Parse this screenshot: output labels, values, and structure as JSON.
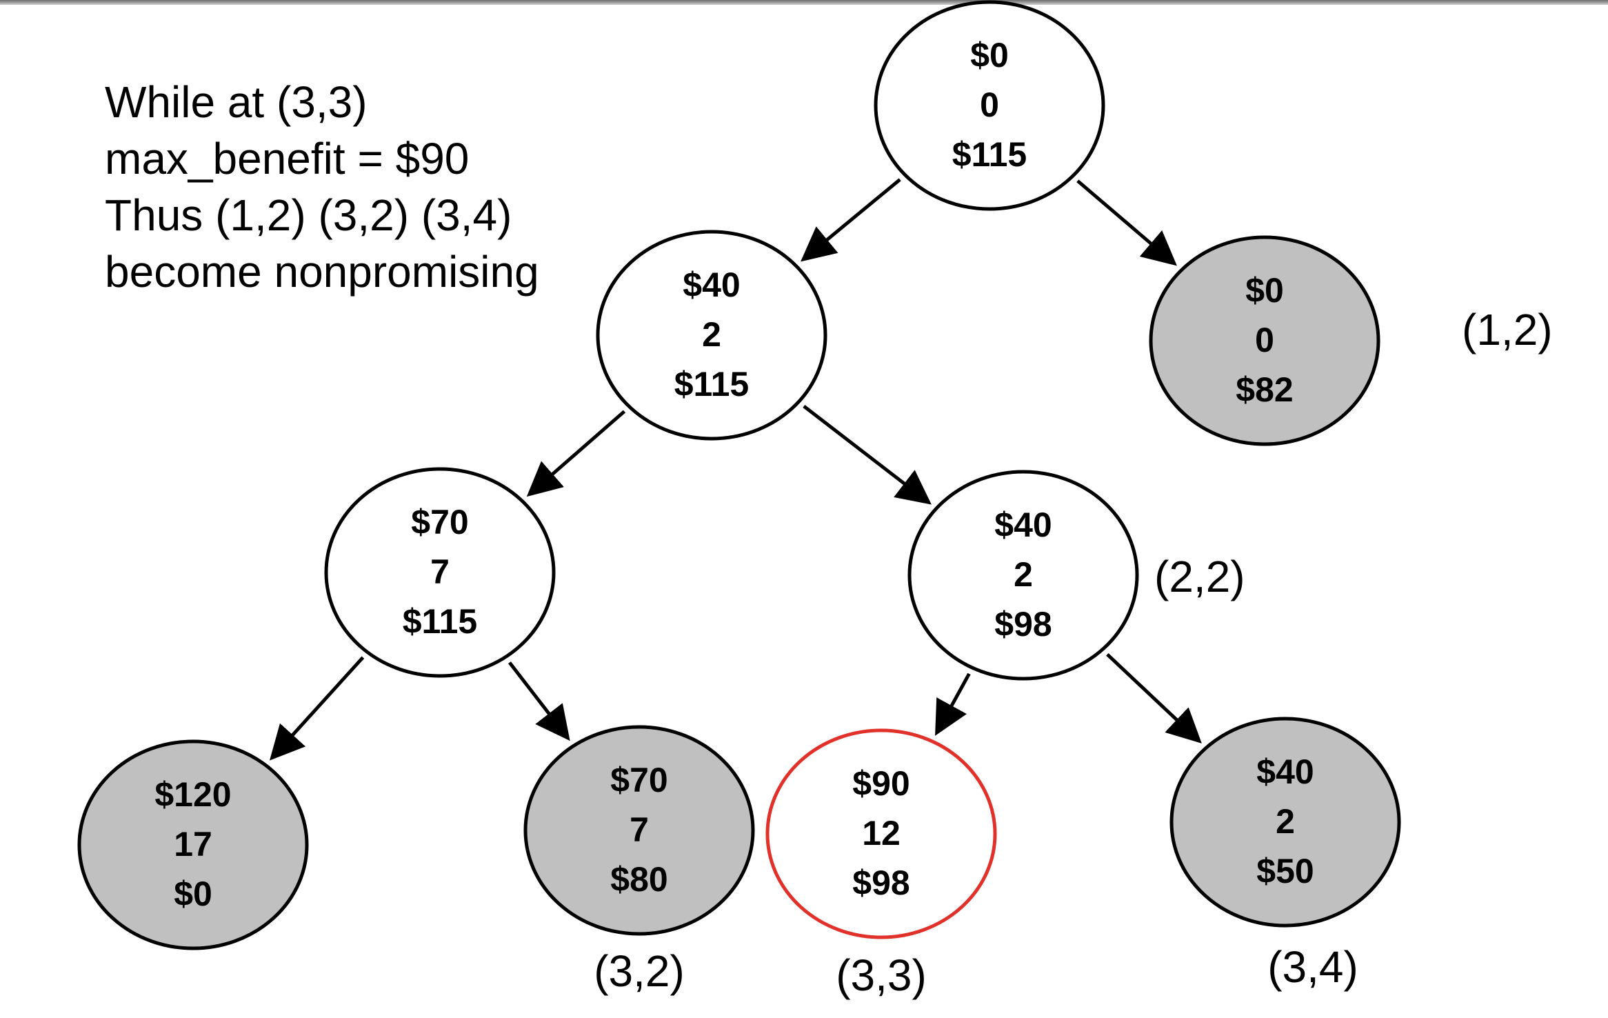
{
  "info": {
    "lines": [
      "While at (3,3)",
      "max_benefit = $90",
      "Thus (1,2) (3,2) (3,4)",
      "become nonpromising"
    ]
  },
  "colors": {
    "promising_fill": "#ffffff",
    "nonpromising_fill": "#c0c0c0",
    "current_stroke": "#e0322a",
    "edge": "#000000"
  },
  "nodes": [
    {
      "id": "root",
      "benefit": "$0",
      "weight": "0",
      "bound": "$115",
      "state": "promising",
      "label": ""
    },
    {
      "id": "1-1",
      "benefit": "$40",
      "weight": "2",
      "bound": "$115",
      "state": "promising",
      "label": ""
    },
    {
      "id": "1-2",
      "benefit": "$0",
      "weight": "0",
      "bound": "$82",
      "state": "nonpromising",
      "label": "(1,2)"
    },
    {
      "id": "2-1",
      "benefit": "$70",
      "weight": "7",
      "bound": "$115",
      "state": "promising",
      "label": ""
    },
    {
      "id": "2-2",
      "benefit": "$40",
      "weight": "2",
      "bound": "$98",
      "state": "promising",
      "label": "(2,2)"
    },
    {
      "id": "3-1",
      "benefit": "$120",
      "weight": "17",
      "bound": "$0",
      "state": "nonpromising",
      "label": ""
    },
    {
      "id": "3-2",
      "benefit": "$70",
      "weight": "7",
      "bound": "$80",
      "state": "nonpromising",
      "label": "(3,2)"
    },
    {
      "id": "3-3",
      "benefit": "$90",
      "weight": "12",
      "bound": "$98",
      "state": "current",
      "label": "(3,3)"
    },
    {
      "id": "3-4",
      "benefit": "$40",
      "weight": "2",
      "bound": "$50",
      "state": "nonpromising",
      "label": "(3,4)"
    }
  ],
  "edges": [
    {
      "from": "root",
      "to": "1-1"
    },
    {
      "from": "root",
      "to": "1-2"
    },
    {
      "from": "1-1",
      "to": "2-1"
    },
    {
      "from": "1-1",
      "to": "2-2"
    },
    {
      "from": "2-1",
      "to": "3-1"
    },
    {
      "from": "2-1",
      "to": "3-2"
    },
    {
      "from": "2-2",
      "to": "3-3"
    },
    {
      "from": "2-2",
      "to": "3-4"
    }
  ]
}
